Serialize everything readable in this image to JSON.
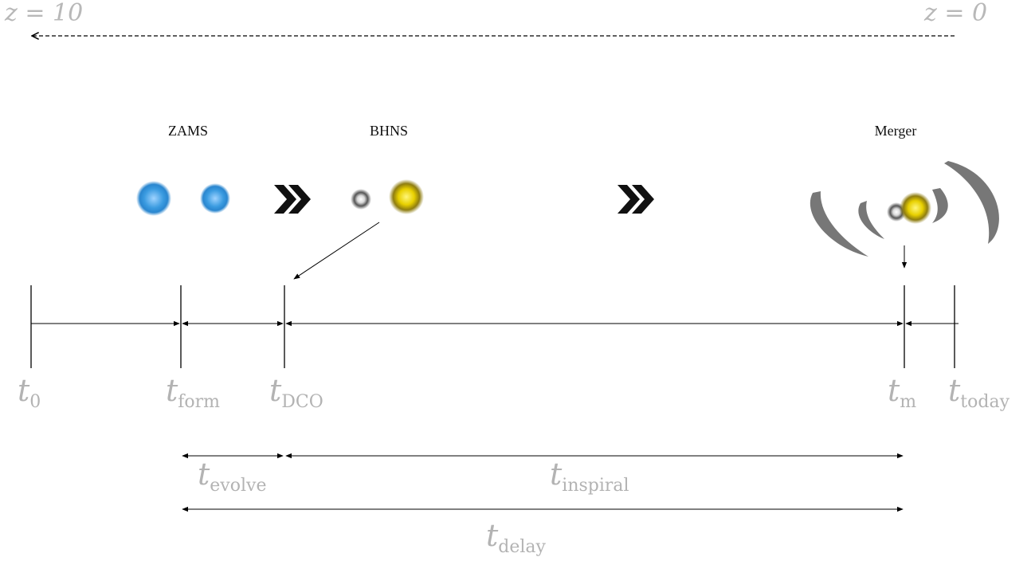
{
  "redshift": {
    "start": "z = 10",
    "end": "z = 0"
  },
  "stages": {
    "zams": "ZAMS",
    "bhns": "BHNS",
    "merger": "Merger"
  },
  "times": {
    "t0": {
      "base": "t",
      "sub": "0"
    },
    "tform": {
      "base": "t",
      "sub": "form"
    },
    "tdco": {
      "base": "t",
      "sub": "DCO"
    },
    "tm": {
      "base": "t",
      "sub": "m"
    },
    "ttoday": {
      "base": "t",
      "sub": "today"
    }
  },
  "durations": {
    "evolve": {
      "base": "t",
      "sub": "evolve"
    },
    "inspiral": {
      "base": "t",
      "sub": "inspiral"
    },
    "delay": {
      "base": "t",
      "sub": "delay"
    }
  },
  "icons": [
    "star-icon",
    "black-hole-icon",
    "neutron-star-icon",
    "chevron-right-icon",
    "gravitational-wave-icon"
  ],
  "colors": {
    "star": "#3a9be0",
    "neutron_star": "#e8d000",
    "black_hole": "#555555",
    "label_grey": "#b3b3b3"
  }
}
